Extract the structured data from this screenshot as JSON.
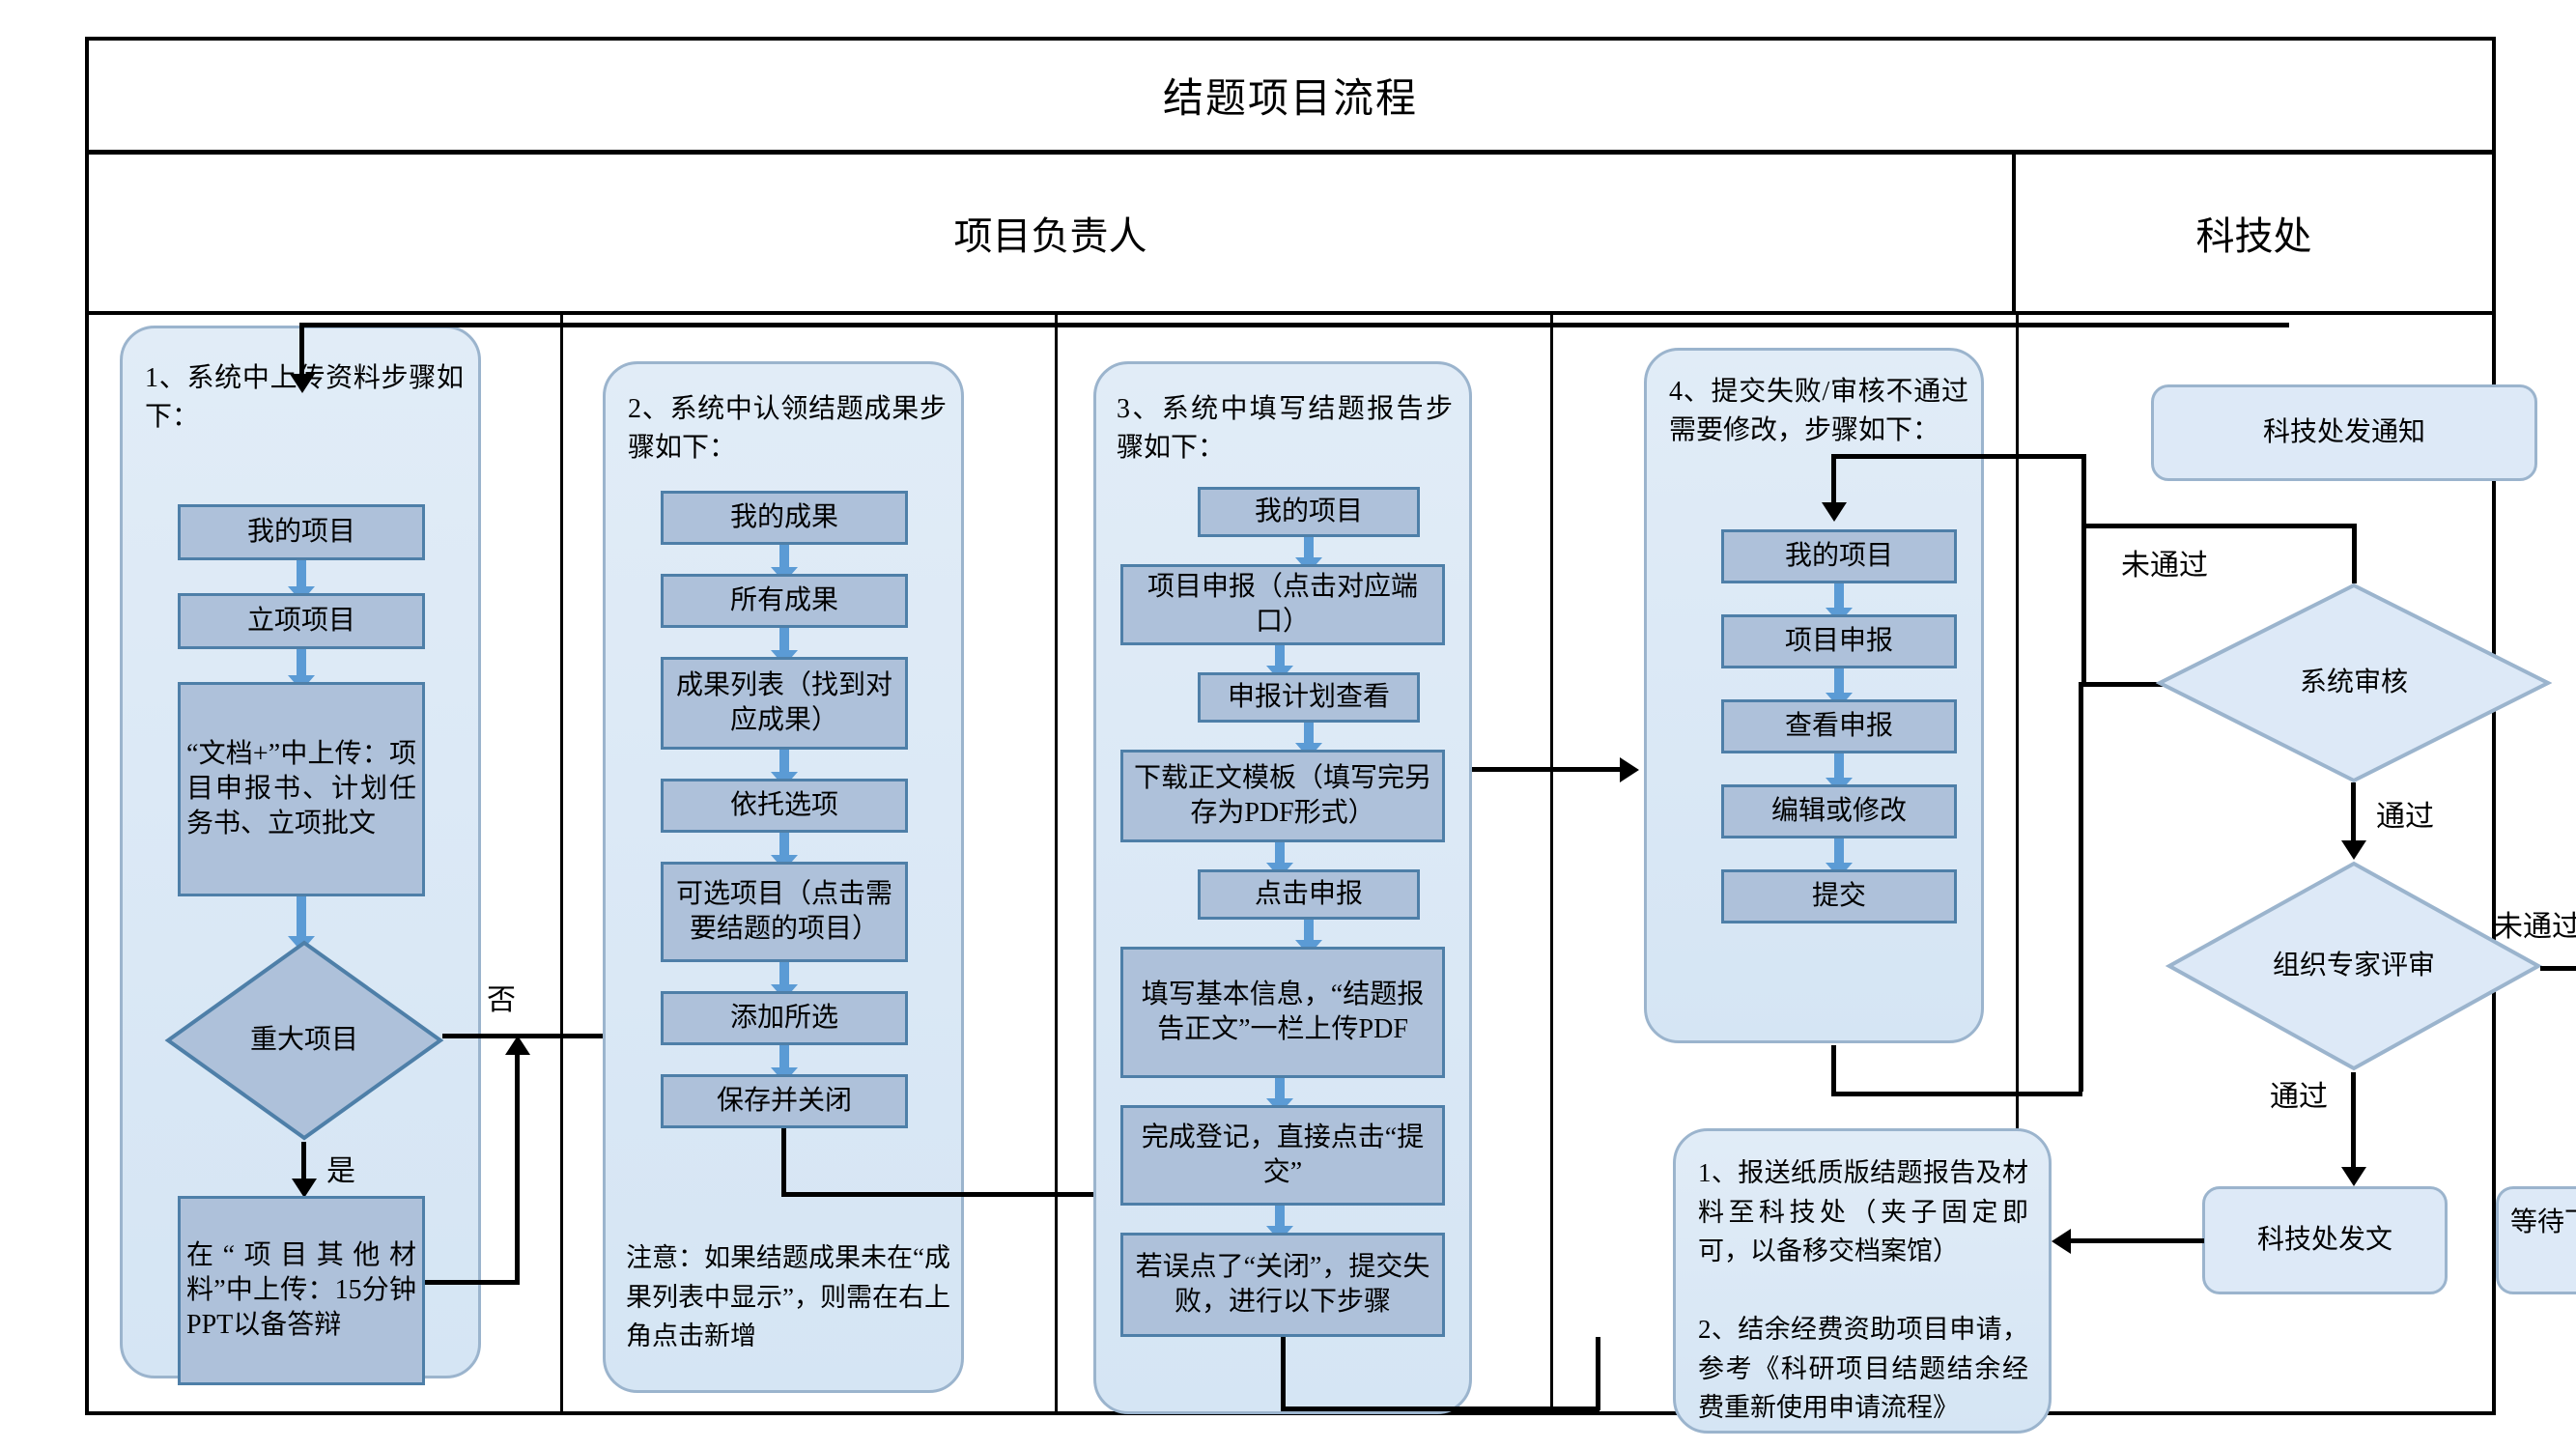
{
  "title": "结题项目流程",
  "lanes": [
    {
      "label": "项目负责人"
    },
    {
      "label": "科技处"
    }
  ],
  "columns": [
    {
      "id": "col1",
      "heading": "1、系统中上传资料步骤如下：",
      "steps": [
        {
          "label": "我的项目"
        },
        {
          "label": "立项项目"
        },
        {
          "label": "“文档+”中上传：项目申报书、计划任务书、立项批文"
        }
      ],
      "decision": {
        "label": "重大项目",
        "yes": "是",
        "no": "否"
      },
      "yes_step": {
        "label": "在“项目其他材料”中上传：15分钟PPT以备答辩"
      }
    },
    {
      "id": "col2",
      "heading": "2、系统中认领结题成果步骤如下：",
      "steps": [
        {
          "label": "我的成果"
        },
        {
          "label": "所有成果"
        },
        {
          "label": "成果列表（找到对应成果）"
        },
        {
          "label": "依托选项"
        },
        {
          "label": "可选项目（点击需要结题的项目）"
        },
        {
          "label": "添加所选"
        },
        {
          "label": "保存并关闭"
        }
      ],
      "note": "注意：如果结题成果未在“成果列表中显示”，则需在右上角点击新增"
    },
    {
      "id": "col3",
      "heading": "3、系统中填写结题报告步骤如下：",
      "steps": [
        {
          "label": "我的项目"
        },
        {
          "label": "项目申报（点击对应端口）"
        },
        {
          "label": "申报计划查看"
        },
        {
          "label": "下载正文模板（填写完另存为PDF形式）"
        },
        {
          "label": "点击申报"
        },
        {
          "label": "填写基本信息，“结题报告正文”一栏上传PDF"
        },
        {
          "label": "完成登记，直接点击“提交”"
        },
        {
          "label": "若误点了“关闭”，提交失败，进行以下步骤"
        }
      ]
    },
    {
      "id": "col4",
      "heading": "4、提交失败/审核不通过需要修改，步骤如下：",
      "steps": [
        {
          "label": "我的项目"
        },
        {
          "label": "项目申报"
        },
        {
          "label": "查看申报"
        },
        {
          "label": "编辑或修改"
        },
        {
          "label": "提交"
        }
      ],
      "note": "1、报送纸质版结题报告及材料至科技处（夹子固定即可，以备移交档案馆）\n\n2、结余经费资助项目申请，参考《科研项目结题结余经费重新使用申请流程》"
    }
  ],
  "right_lane": {
    "notice": "科技处发通知",
    "decision1": {
      "label": "系统审核",
      "pass": "通过",
      "fail": "未通过"
    },
    "decision2": {
      "label": "组织专家评审",
      "pass": "通过",
      "fail": "未通过"
    },
    "outcome_pass": "科技处发文",
    "outcome_fail": "等待下一批结题申请"
  },
  "colors": {
    "process_fill": "#aec1da",
    "process_border": "#4e7fa8",
    "panel_fill": "#e1ecf7",
    "panel_border": "#9bb4cd",
    "arrow_blue": "#5b9bd5",
    "line_black": "#000000"
  }
}
